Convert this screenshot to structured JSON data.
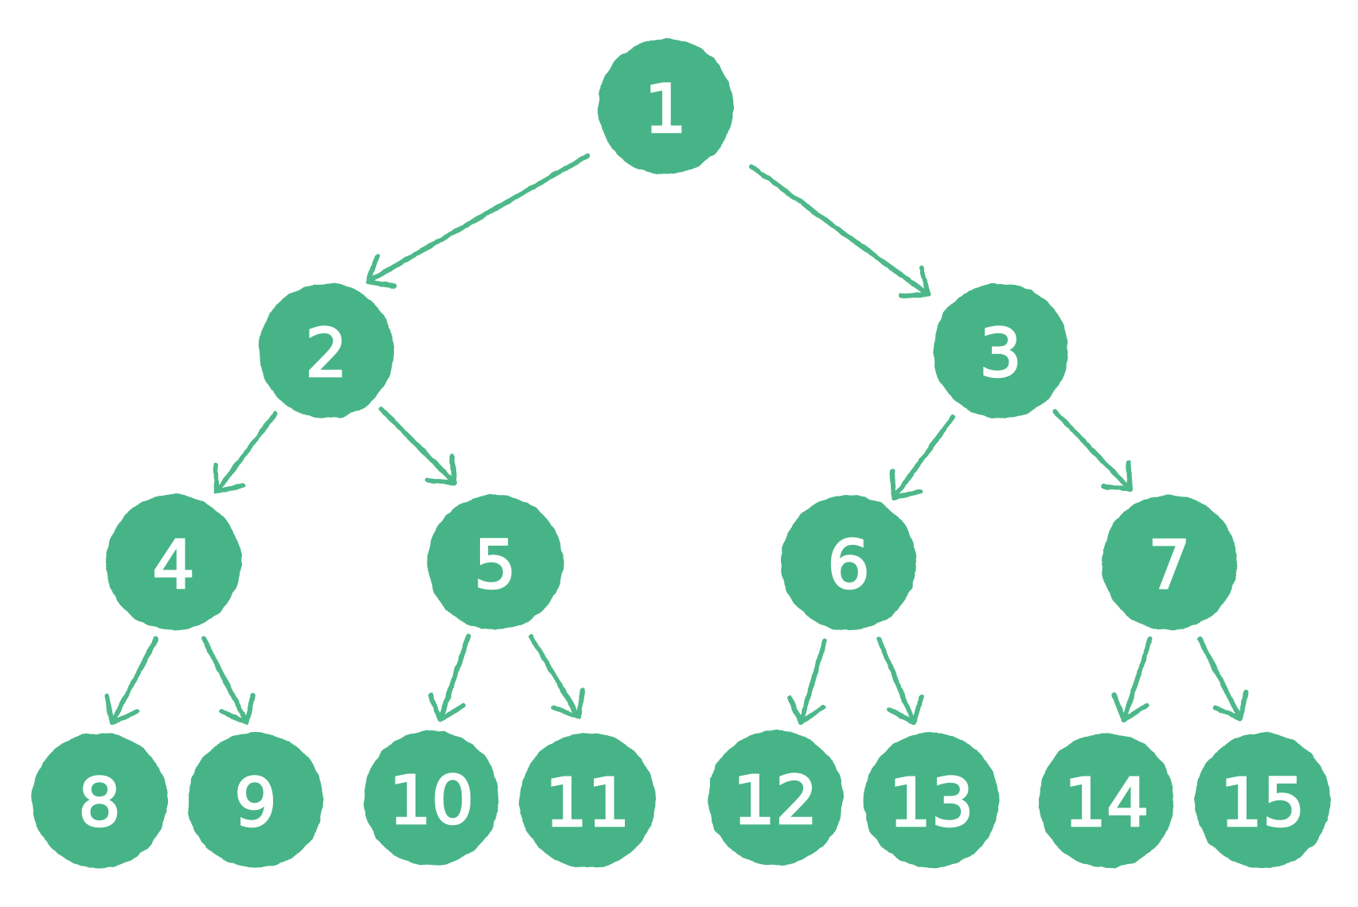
{
  "nodes": [
    {
      "label": "1"
    },
    {
      "label": "2"
    },
    {
      "label": "3"
    },
    {
      "label": "4"
    },
    {
      "label": "5"
    },
    {
      "label": "6"
    },
    {
      "label": "7"
    },
    {
      "label": "8"
    },
    {
      "label": "9"
    },
    {
      "label": "10"
    },
    {
      "label": "11"
    },
    {
      "label": "12"
    },
    {
      "label": "13"
    },
    {
      "label": "14"
    },
    {
      "label": "15"
    }
  ],
  "edges": [
    {
      "from": 0,
      "to": 1
    },
    {
      "from": 0,
      "to": 2
    },
    {
      "from": 1,
      "to": 3
    },
    {
      "from": 1,
      "to": 4
    },
    {
      "from": 2,
      "to": 5
    },
    {
      "from": 2,
      "to": 6
    },
    {
      "from": 3,
      "to": 7
    },
    {
      "from": 3,
      "to": 8
    },
    {
      "from": 4,
      "to": 9
    },
    {
      "from": 4,
      "to": 10
    },
    {
      "from": 5,
      "to": 11
    },
    {
      "from": 5,
      "to": 12
    },
    {
      "from": 6,
      "to": 13
    },
    {
      "from": 6,
      "to": 14
    }
  ],
  "colors": {
    "background": "#ffffff",
    "node_fill": "#46b487",
    "node_label": "#ffffff",
    "edge": "#4db889"
  }
}
